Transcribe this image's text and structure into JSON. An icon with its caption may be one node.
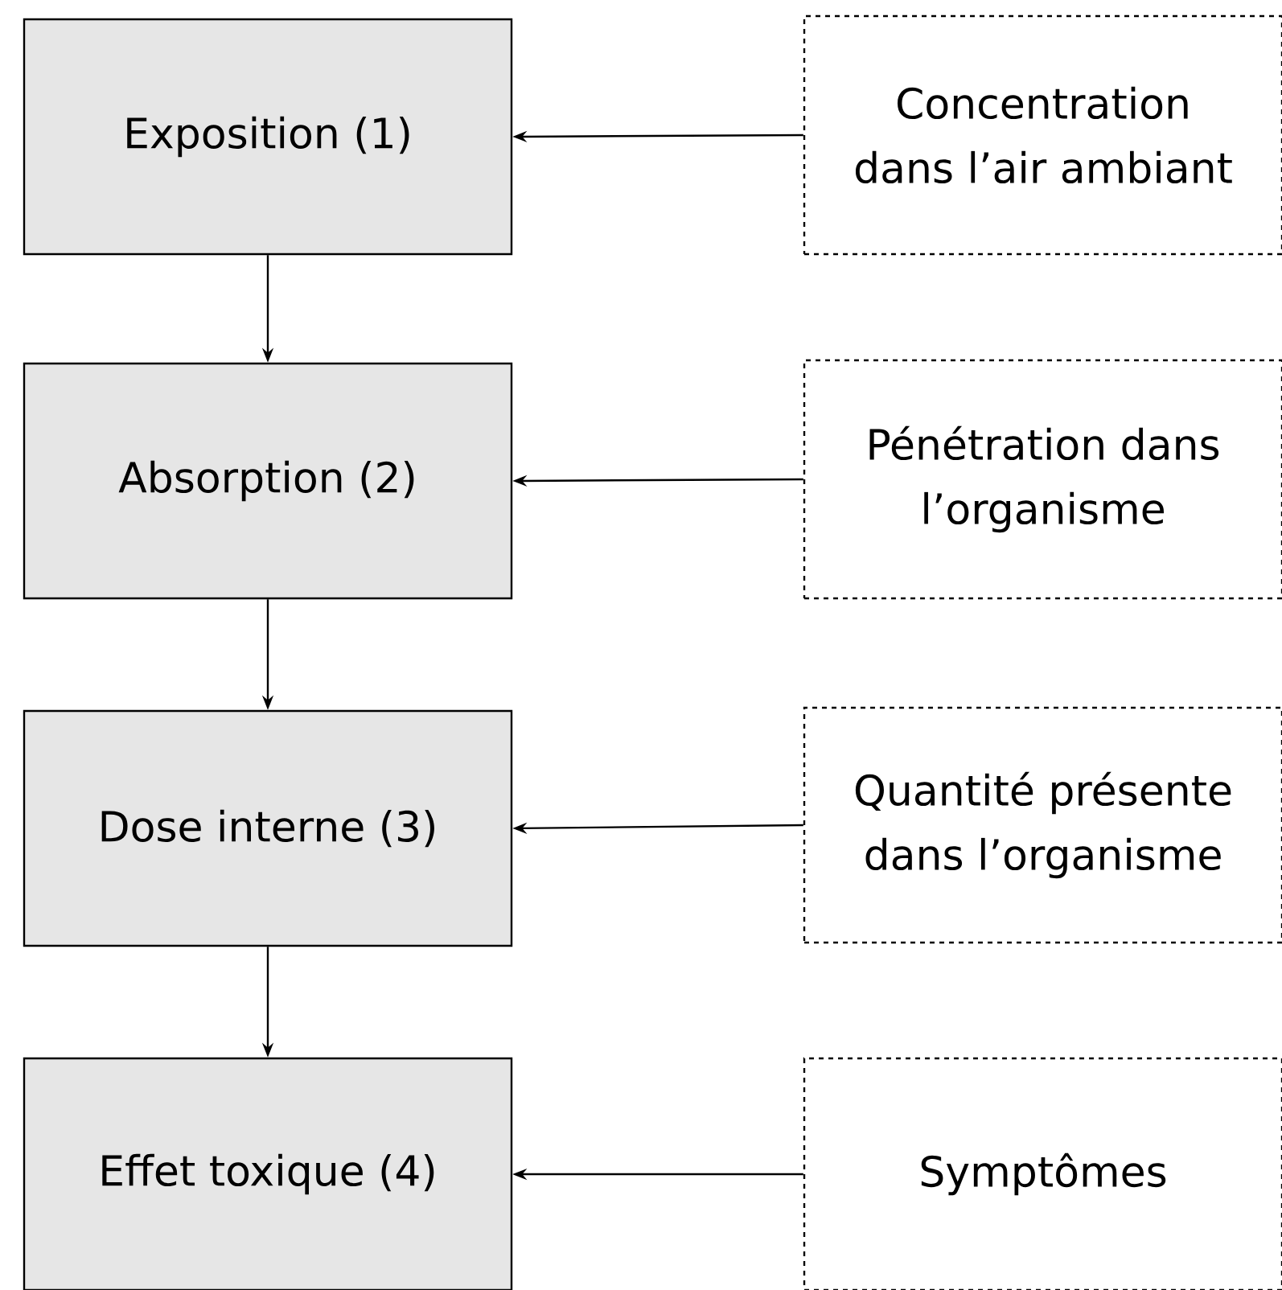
{
  "diagram": {
    "nodes": [
      {
        "text": [
          "Exposition (1)"
        ]
      },
      {
        "text": [
          "Concentration dans l’air ambiant"
        ]
      },
      {
        "text": [
          "Absorption (2)"
        ]
      },
      {
        "text": [
          "Pénétration dans l’organisme"
        ]
      },
      {
        "text": [
          "Dose interne (3)"
        ]
      },
      {
        "text": [
          "Quantité présente dans l’organisme"
        ]
      },
      {
        "text": [
          "Effet toxique (4)"
        ]
      },
      {
        "text": [
          "Symptômes"
        ]
      }
    ],
    "edges": [
      {
        "from": 1,
        "to": 0,
        "arrow": "to"
      },
      {
        "from": 0,
        "to": 2,
        "arrow": "to"
      },
      {
        "from": 3,
        "to": 2,
        "arrow": "to"
      },
      {
        "from": 2,
        "to": 4,
        "arrow": "to"
      },
      {
        "from": 5,
        "to": 4,
        "arrow": "to"
      },
      {
        "from": 4,
        "to": 6,
        "arrow": "to"
      },
      {
        "from": 7,
        "to": 6,
        "arrow": "to"
      }
    ]
  }
}
